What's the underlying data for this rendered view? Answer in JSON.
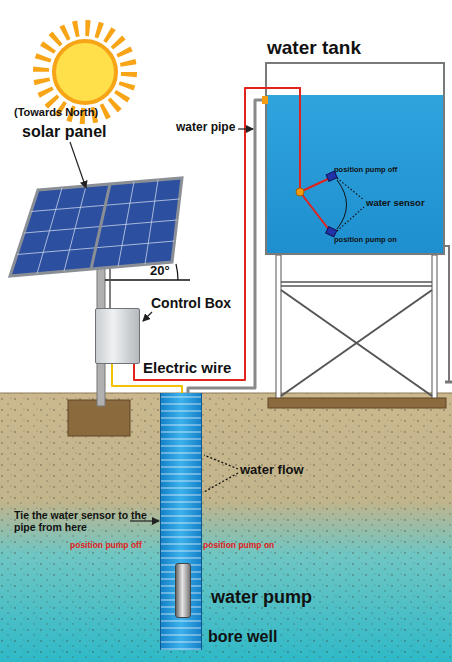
{
  "diagram": {
    "nodes": [
      {
        "text": [
          "(Towards North)",
          "solar panel"
        ]
      },
      {
        "text": [
          "Control Box"
        ]
      },
      {
        "text": [
          "water tank"
        ]
      },
      {
        "text": [
          "bore well"
        ]
      },
      {
        "text": [
          "water pump"
        ],
        "in": 3
      }
    ],
    "edges": [
      {
        "from": 0,
        "to": 1,
        "arrow": "none"
      },
      {
        "from": 1,
        "to": 2,
        "label": "Electric wire",
        "arrow": "none"
      },
      {
        "from": 1,
        "to": 4,
        "arrow": "none"
      },
      {
        "from": 4,
        "to": 2,
        "arrow": "none"
      }
    ],
    "labels": [
      "20°",
      "water pipe",
      "position pump off",
      "water sensor",
      "position pump on",
      "water flow",
      "Tie the water sensor to the pipe from here",
      "position pump off",
      "position pump on"
    ]
  }
}
